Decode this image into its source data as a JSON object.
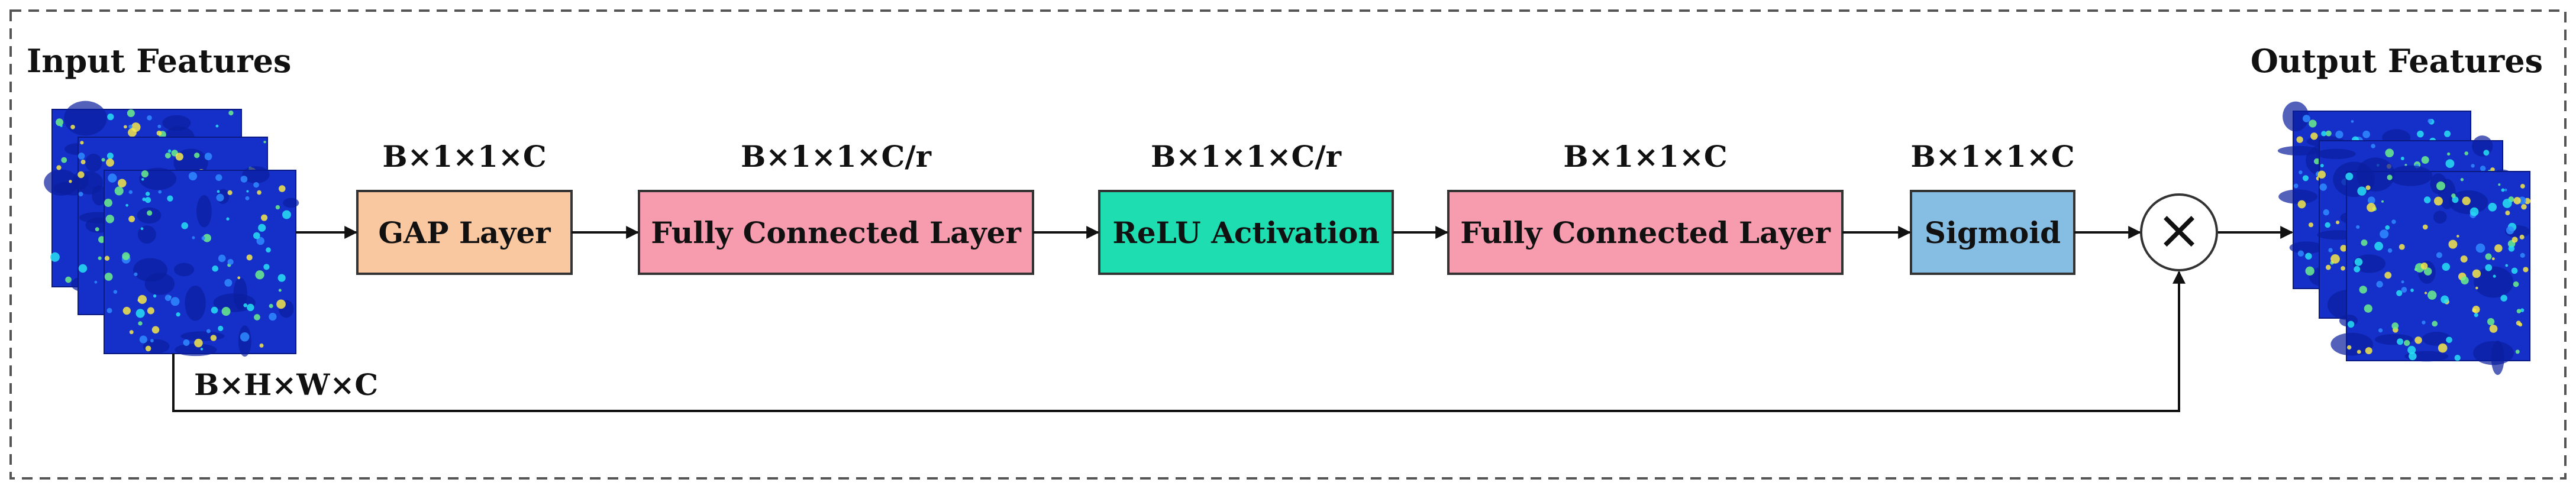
{
  "labels": {
    "input": "Input Features",
    "output": "Output Features",
    "shape_input": "B×H×W×C"
  },
  "blocks": [
    {
      "id": "gap",
      "label": "GAP Layer",
      "shape": "B×1×1×C",
      "fill": "#FAC8A0"
    },
    {
      "id": "fc1",
      "label": "Fully Connected Layer",
      "shape": "B×1×1×C/r",
      "fill": "#F79BAE"
    },
    {
      "id": "relu",
      "label": "ReLU Activation",
      "shape": "B×1×1×C/r",
      "fill": "#1EDDB1"
    },
    {
      "id": "fc2",
      "label": "Fully Connected Layer",
      "shape": "B×1×1×C",
      "fill": "#F79BAE"
    },
    {
      "id": "sig",
      "label": "Sigmoid",
      "shape": "B×1×1×C",
      "fill": "#86BDE2"
    }
  ],
  "multiply_symbol": "×",
  "colors": {
    "stroke": "#333333",
    "frame": "#555555",
    "heatmap_bg": "#1530C8",
    "heatmap_dark": "#0A1E9E",
    "heatmap_hot": [
      "#27E0F5",
      "#6BF08A",
      "#F5E84A",
      "#2F8BFF"
    ]
  }
}
